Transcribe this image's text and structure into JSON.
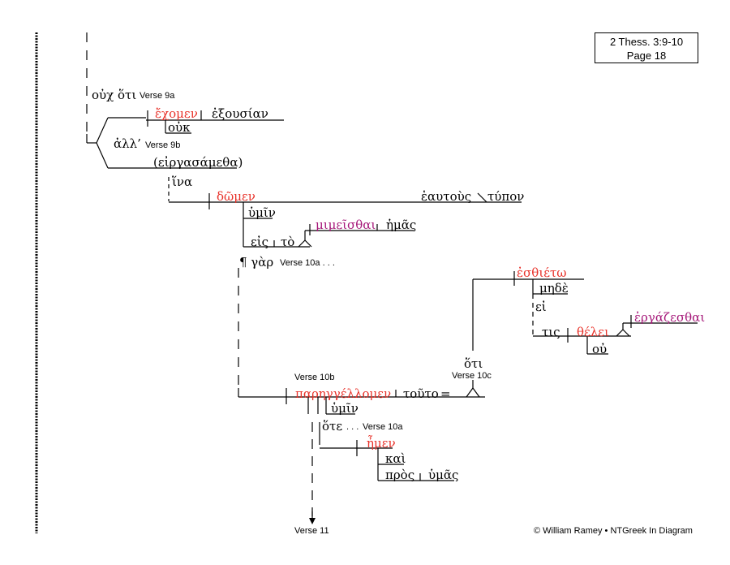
{
  "reference": {
    "passage": "2 Thess. 3:9-10",
    "page": "Page 18"
  },
  "words": {
    "ouch_hoti": "οὐχ ὅτι",
    "echomen": "ἔχομεν",
    "exousian": "ἐξουσίαν",
    "ouk": "οὐκ",
    "all": "ἀλλ’",
    "eirgasametha": "(εἰργασάμεθα)",
    "hina": "ἵνα",
    "domen": "δῶμεν",
    "heautous": "ἑαυτοὺς",
    "typon": "τύπον",
    "hymin1": "ὑμῖν",
    "mimeisthai": "μιμεῖσθαι",
    "hemas": "ἡμᾶς",
    "eis": "εἰς",
    "to": "τὸ",
    "para_gar": "¶ γὰρ",
    "esthieto": "ἐσθιέτω",
    "mede": "μηδὲ",
    "ei": "εἰ",
    "tis": "τις",
    "thelei": "θέλει",
    "ergazesthai": "ἐργάζεσθαι",
    "ou": "οὐ",
    "hoti": "ὅτι",
    "parengellomen": "παρηγγέλλομεν",
    "touto": "τοῦτο",
    "equals": "=",
    "hymin2": "ὑμῖν",
    "hote": "ὅτε",
    "emen": "ἦμεν",
    "kai": "καὶ",
    "pros": "πρὸς",
    "hymas": "ὑμᾶς"
  },
  "labels": {
    "verse_9a": "Verse 9a",
    "verse_9b": "Verse 9b",
    "verse_10a_cont": "Verse 10a . . .",
    "verse_10b": "Verse 10b",
    "verse_10c": "Verse 10c",
    "hote_dots": ". . .",
    "verse_10a": "Verse 10a",
    "verse_11": "Verse 11"
  },
  "footer": {
    "copyright": "© William Ramey • NTGreek In Diagram"
  },
  "colors": {
    "verb": "#e8322a",
    "infinitive": "#a6197a",
    "line": "#000000"
  }
}
